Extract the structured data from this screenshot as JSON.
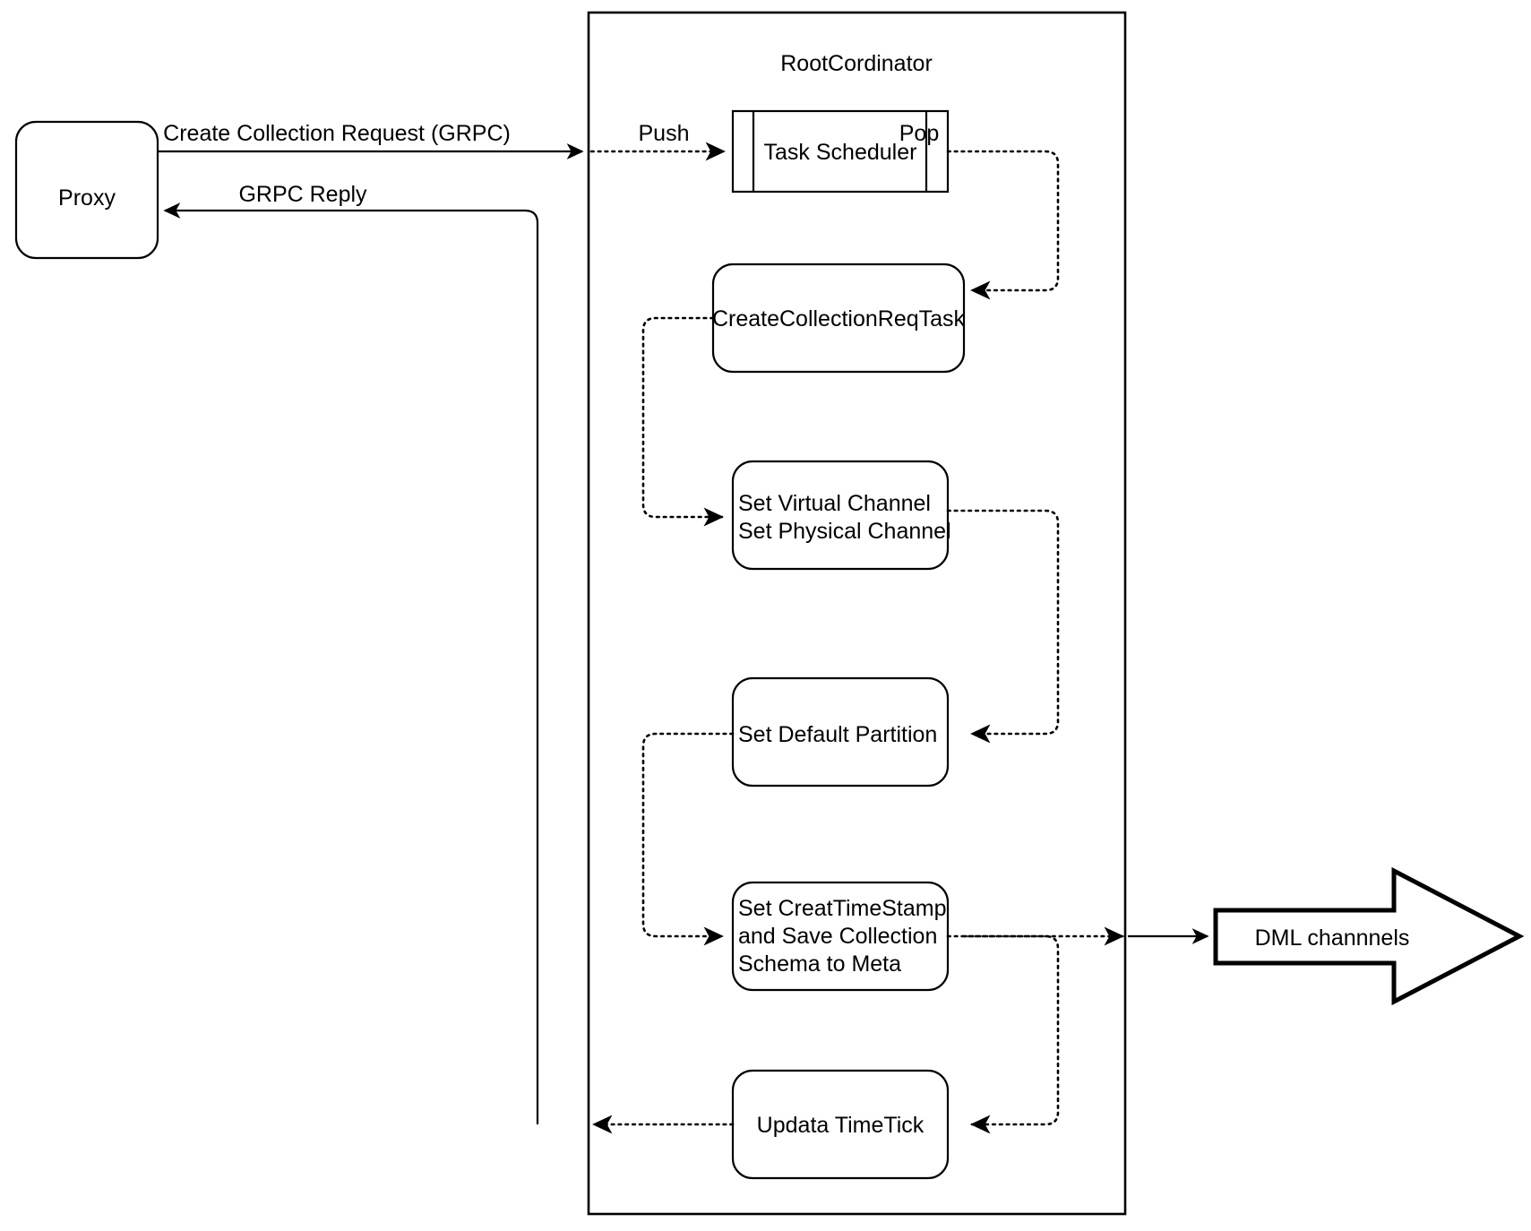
{
  "diagram": {
    "title_label": "RootCordinator",
    "nodes": {
      "proxy": {
        "label": "Proxy"
      },
      "task_scheduler": {
        "label": "Task Scheduler"
      },
      "create_collection_req_task": {
        "label": "CreateCollectionReqTask"
      },
      "set_channels": {
        "line1": "Set Virtual Channel",
        "line2": "Set Physical Channel"
      },
      "set_default_partition": {
        "label": "Set Default Partition"
      },
      "set_create_timestamp": {
        "line1": "Set CreatTimeStamp",
        "line2": "and Save Collection",
        "line3": "Schema to Meta"
      },
      "update_timetick": {
        "label": "Updata TimeTick"
      },
      "dml_channels": {
        "label": "DML channnels"
      }
    },
    "edges": {
      "create_collection_request": {
        "label": "Create Collection Request (GRPC)"
      },
      "grpc_reply": {
        "label": "GRPC Reply"
      },
      "push": {
        "label": "Push"
      },
      "pop": {
        "label": "Pop"
      }
    },
    "colors": {
      "stroke": "#000000",
      "fill": "#ffffff",
      "background": "#ffffff"
    }
  }
}
